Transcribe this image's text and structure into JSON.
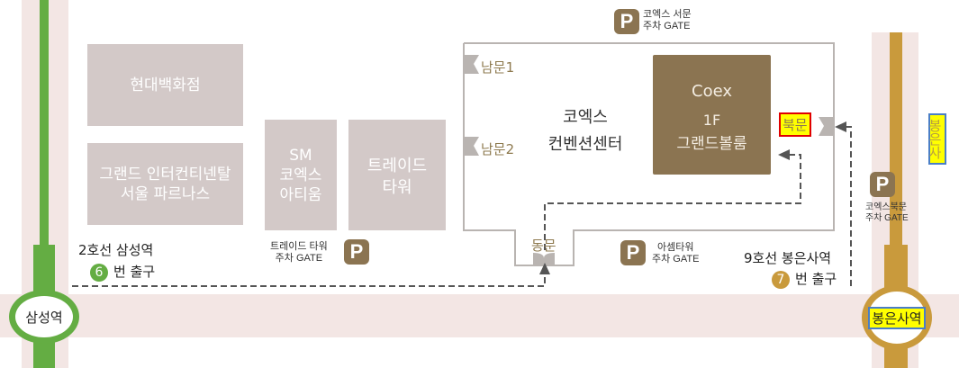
{
  "colors": {
    "road": "#f3e6e4",
    "line2_green": "#64ad43",
    "line9_gold": "#c99a3c",
    "building": "#d3c9c8",
    "grand_ballroom": "#8b7451",
    "outline": "#b9b4b1",
    "gate_text": "#8e7a4f",
    "highlight_yellow": "#ffff00",
    "highlight_red_border": "#e00000",
    "highlight_blue_border": "#4a7ec6"
  },
  "buildings": {
    "hyundai": "현대백화점",
    "intercontinental": "그랜드 인터컨티넨탈\n서울 파르나스",
    "sm_artium": "SM\n코엑스\n아티움",
    "trade_tower": "트레이드\n타워"
  },
  "coex": {
    "convention_label": "코엑스\n컨벤션센터",
    "ballroom": {
      "line1": "Coex",
      "line2": "1F",
      "line3": "그랜드볼룸"
    },
    "gates": {
      "south1": "남문1",
      "south2": "남문2",
      "east": "동문",
      "north": "북문"
    }
  },
  "parking": [
    {
      "id": "west",
      "icon": "P",
      "label": "코엑스 서문\n주차 GATE"
    },
    {
      "id": "trade",
      "icon": "P",
      "label": "트레이드 타워\n주차 GATE"
    },
    {
      "id": "asem",
      "icon": "P",
      "label": "아셈타워\n주차 GATE"
    },
    {
      "id": "north",
      "icon": "P",
      "label": "코엑스북문\n주차 GATE"
    }
  ],
  "stations": {
    "samseong": {
      "name": "삼성역",
      "exit_title": "2호선 삼성역",
      "exit_number": "6",
      "exit_suffix": "번 출구"
    },
    "bongeunsa": {
      "name": "봉은사역",
      "exit_title": "9호선 봉은사역",
      "exit_number": "7",
      "exit_suffix": "번 출구"
    }
  },
  "landmark_side": "봉은사"
}
